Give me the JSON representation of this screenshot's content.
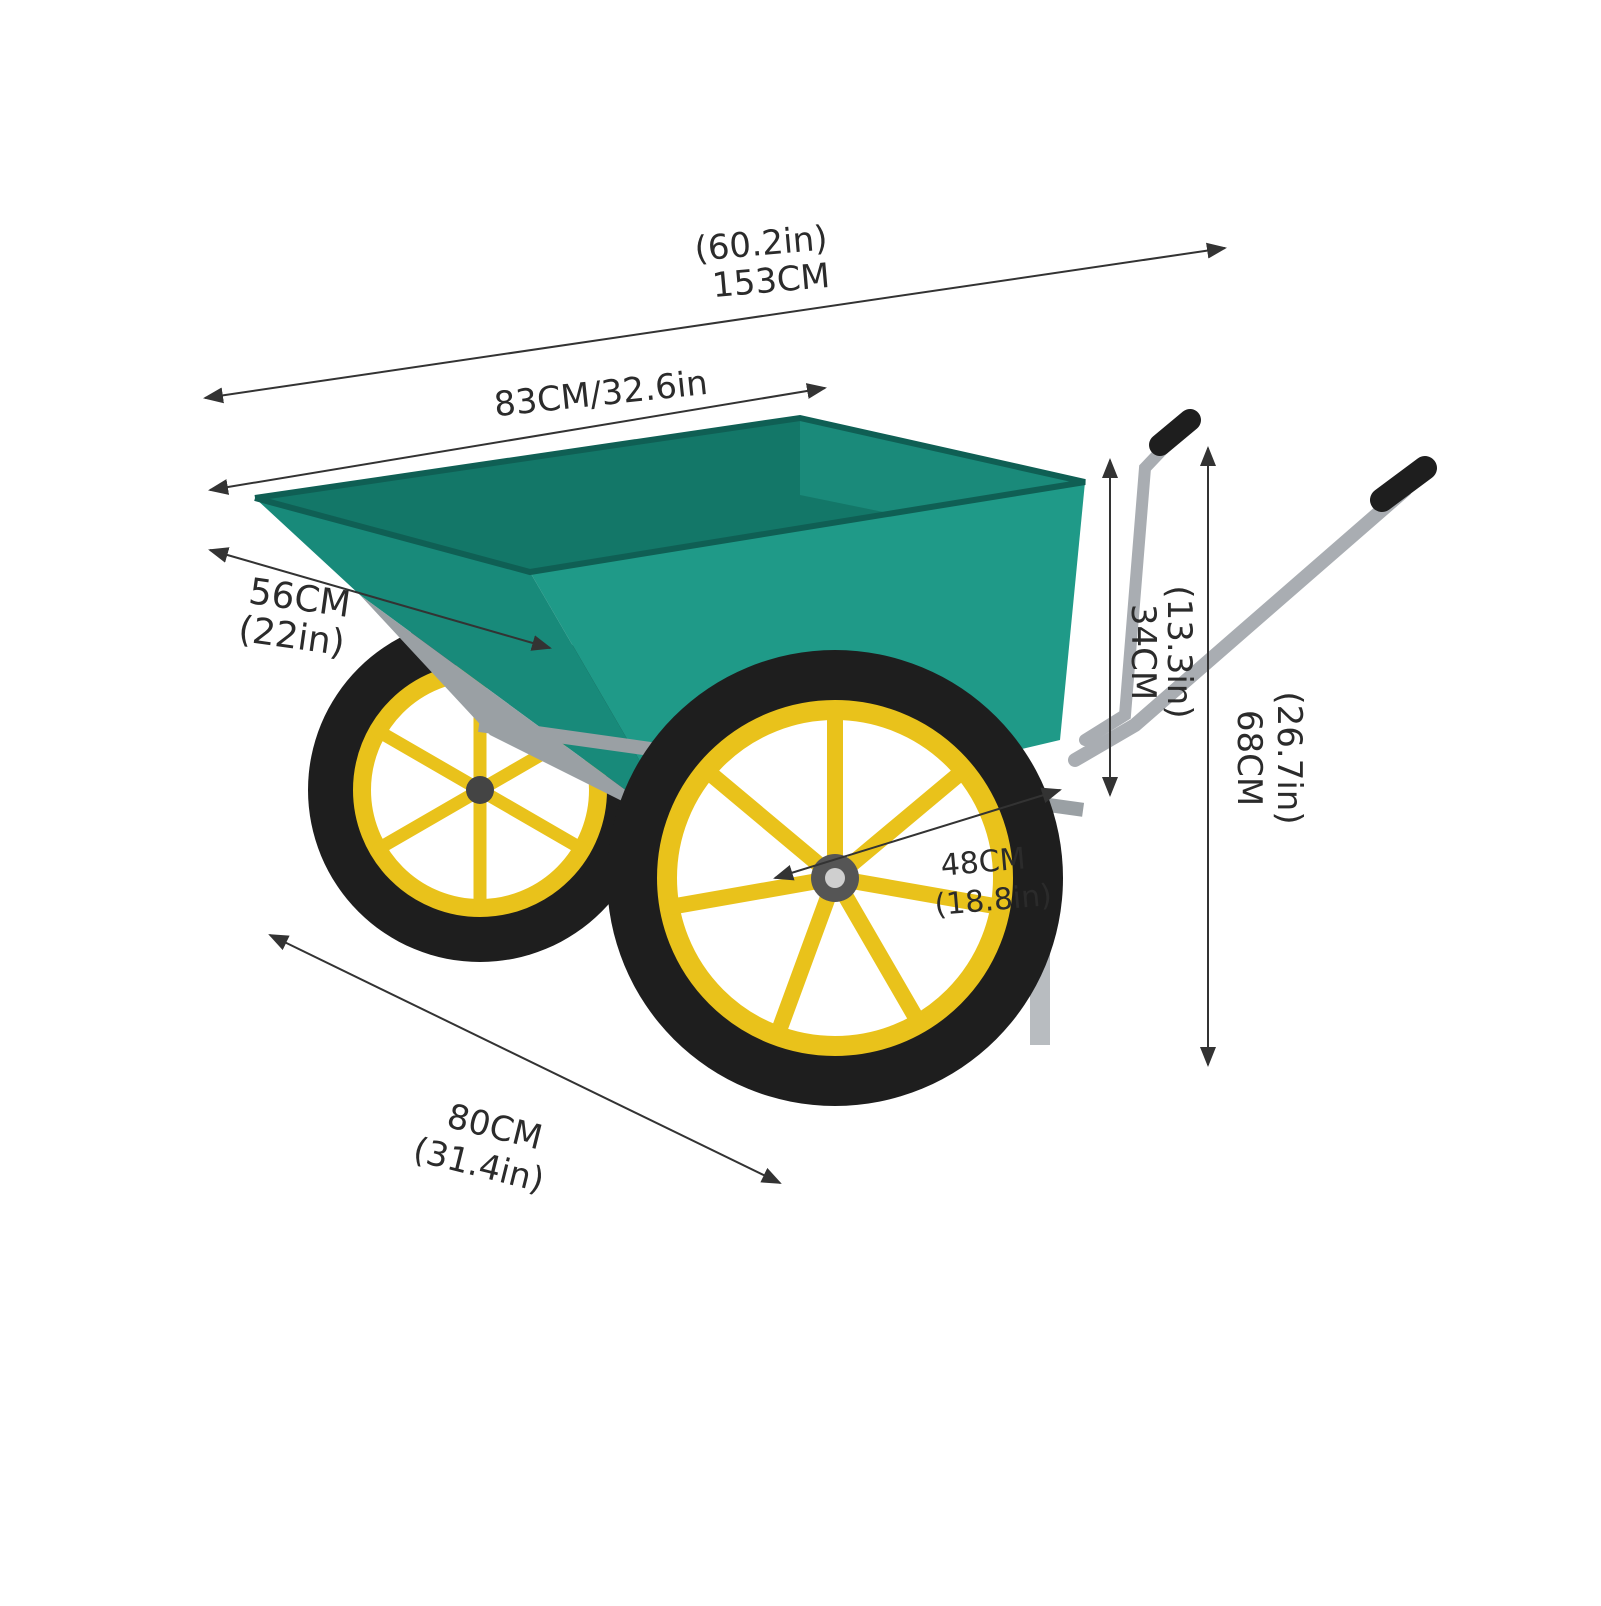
{
  "colors": {
    "background": "#ffffff",
    "bucket": "#1f9a88",
    "bucket_dark": "#137768",
    "rim": "#e9c21b",
    "tire": "#1e1e1e",
    "metal": "#a9adb2",
    "dimension_line": "#333333",
    "label": "#2b2b2b"
  },
  "dimensions": {
    "overall_length": {
      "imperial": "(60.2in)",
      "metric": "153CM"
    },
    "bucket_length": {
      "label": "83CM/32.6in"
    },
    "bucket_width": {
      "metric": "56CM",
      "imperial": "(22in)"
    },
    "bucket_depth": {
      "imperial": "(13.3in)",
      "metric": "34CM"
    },
    "overall_height": {
      "imperial": "(26.7in)",
      "metric": "68CM"
    },
    "wheel_diameter": {
      "metric": "48CM",
      "imperial": "(18.8in)"
    },
    "wheel_span": {
      "metric": "80CM",
      "imperial": "(31.4in)"
    }
  },
  "icons": [
    "arrow-head-icon"
  ]
}
